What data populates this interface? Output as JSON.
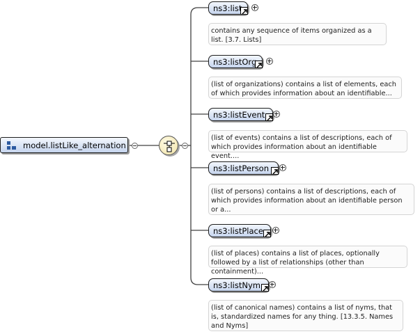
{
  "group": {
    "label": "model.listLike_alternation",
    "icon": "group-reference-icon"
  },
  "compositor": {
    "type": "choice",
    "icon": "choice-compositor-icon"
  },
  "colors": {
    "element_fill_top": "#f3f7fd",
    "element_fill_bottom": "#c6d5ee",
    "choice_fill": "#f1e3a6",
    "wire": "#404040",
    "doc_border": "#d4d4d4"
  },
  "elements": [
    {
      "label": "ns3:list",
      "doc": "contains any sequence of items organized as a list. [3.7. Lists]"
    },
    {
      "label": "ns3:listOrg",
      "doc": "(list of organizations) contains a list of elements, each of which provides information about an identifiable..."
    },
    {
      "label": "ns3:listEvent",
      "doc": "(list of events) contains a list of descriptions, each of which provides information about an identifiable event...."
    },
    {
      "label": "ns3:listPerson",
      "doc": "(list of persons) contains a list of descriptions, each of which provides information about an identifiable person or a..."
    },
    {
      "label": "ns3:listPlace",
      "doc": "(list of places) contains a list of places, optionally followed by a list of relationships (other than containment)..."
    },
    {
      "label": "ns3:listNym",
      "doc": "(list of canonical names) contains a list of nyms, that is, standardized names for any thing. [13.3.5. Names and Nyms]"
    }
  ]
}
